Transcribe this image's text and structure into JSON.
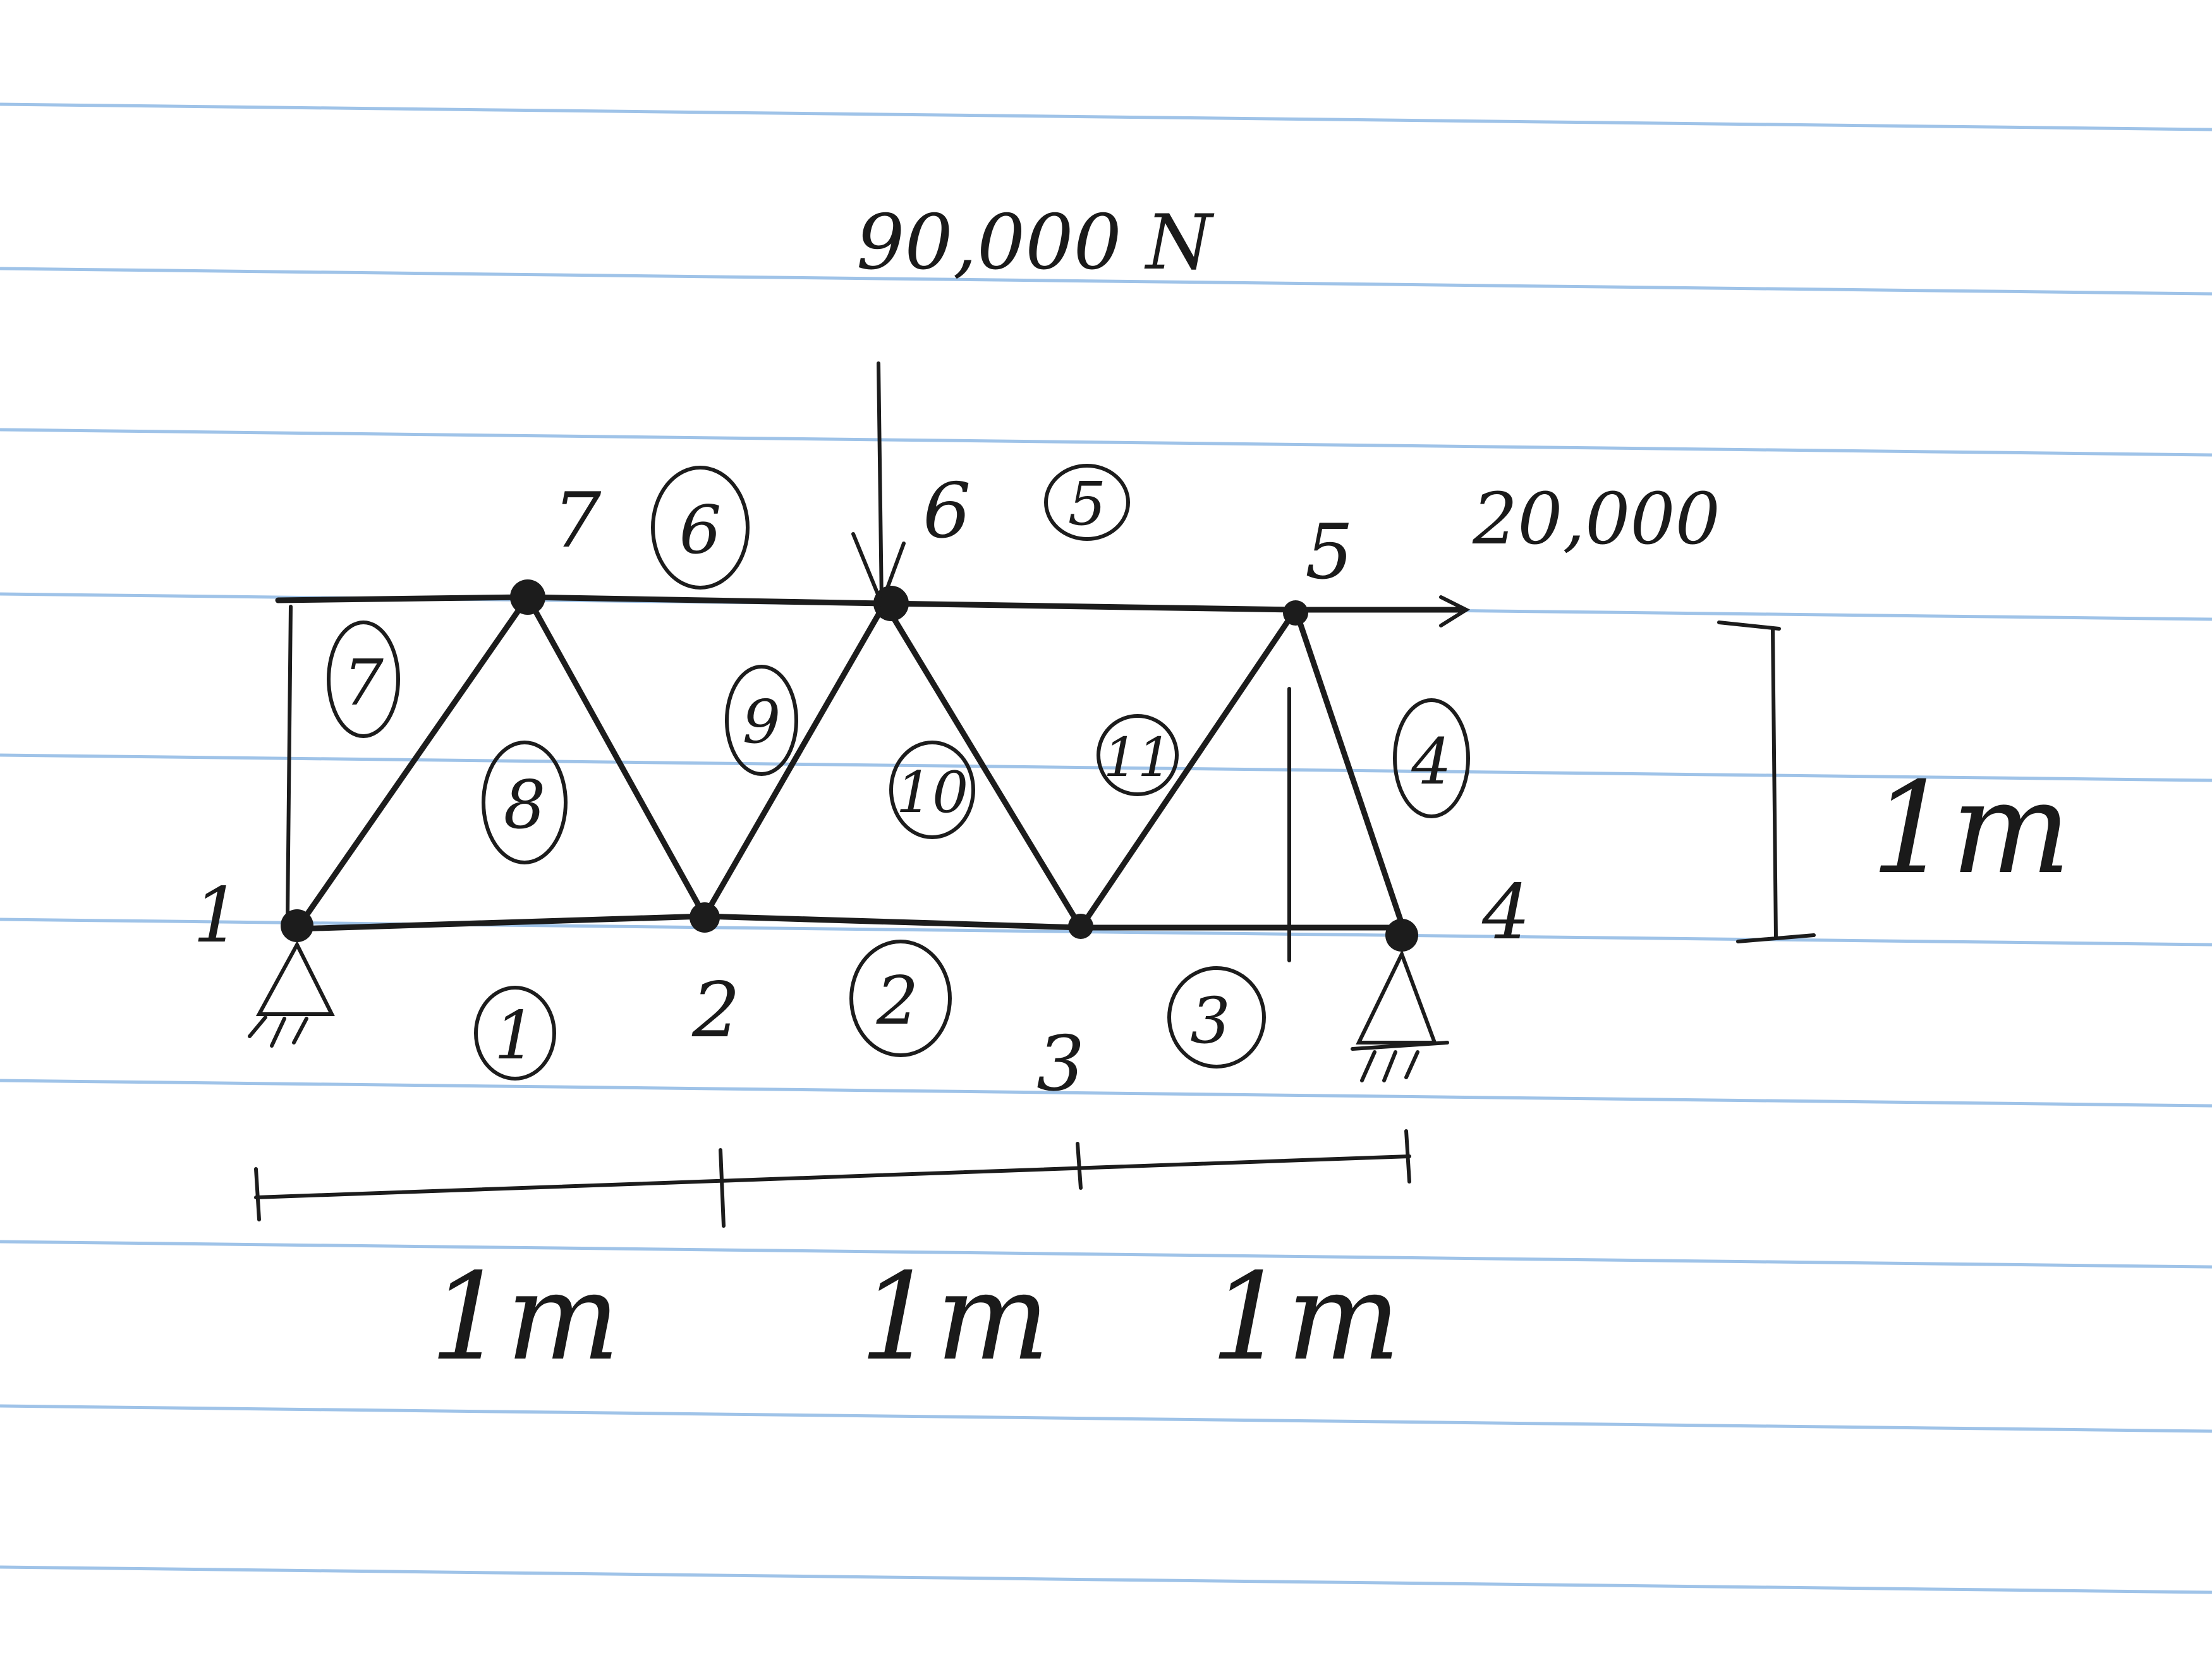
{
  "paper": {
    "line_color": "#9fc3e8",
    "ink_color": "#1c1c1c",
    "background": "#ffffff"
  },
  "loads": {
    "vertical": "90,000 N",
    "horizontal": "20,000"
  },
  "nodes": [
    {
      "id": "n1",
      "label": "1"
    },
    {
      "id": "n2",
      "label": "2"
    },
    {
      "id": "n3",
      "label": "3"
    },
    {
      "id": "n4",
      "label": "4"
    },
    {
      "id": "n5",
      "label": "5"
    },
    {
      "id": "n6",
      "label": "6"
    },
    {
      "id": "n7",
      "label": "7"
    }
  ],
  "members": [
    {
      "label": "1"
    },
    {
      "label": "2"
    },
    {
      "label": "3"
    },
    {
      "label": "4"
    },
    {
      "label": "5"
    },
    {
      "label": "6"
    },
    {
      "label": "7"
    },
    {
      "label": "8"
    },
    {
      "label": "9"
    },
    {
      "label": "10"
    },
    {
      "label": "11"
    }
  ],
  "dimensions": {
    "height": "1m",
    "spans": [
      "1m",
      "1m",
      "1m"
    ]
  }
}
